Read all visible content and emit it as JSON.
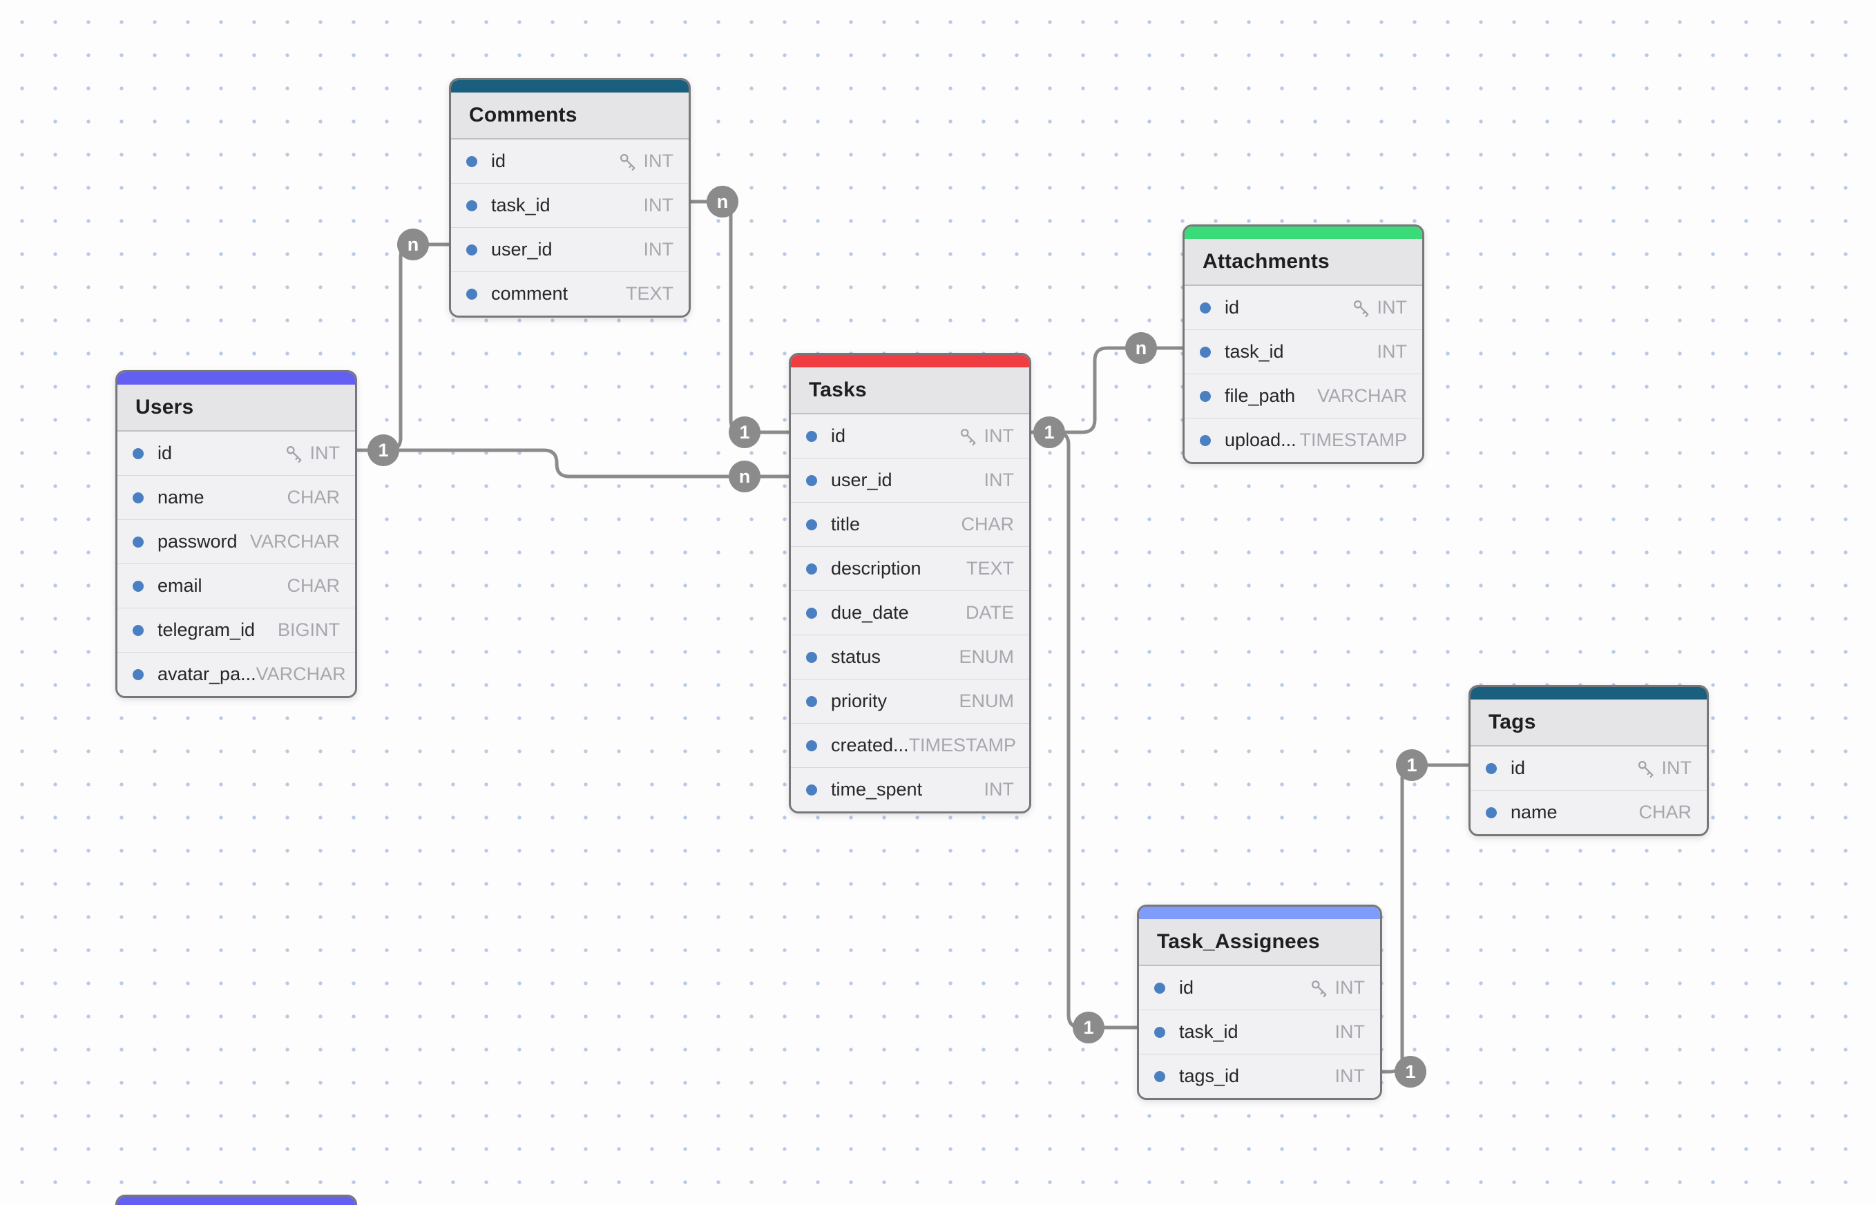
{
  "diagram": {
    "tables": [
      {
        "name": "Comments",
        "header_color": "#1a5f7d",
        "fields": [
          {
            "name": "id",
            "type": "INT",
            "pk": true
          },
          {
            "name": "task_id",
            "type": "INT",
            "pk": false
          },
          {
            "name": "user_id",
            "type": "INT",
            "pk": false
          },
          {
            "name": "comment",
            "type": "TEXT",
            "pk": false
          }
        ]
      },
      {
        "name": "Users",
        "header_color": "#635ff2",
        "fields": [
          {
            "name": "id",
            "type": "INT",
            "pk": true
          },
          {
            "name": "name",
            "type": "CHAR",
            "pk": false
          },
          {
            "name": "password",
            "type": "VARCHAR",
            "pk": false
          },
          {
            "name": "email",
            "type": "CHAR",
            "pk": false
          },
          {
            "name": "telegram_id",
            "type": "BIGINT",
            "pk": false
          },
          {
            "name": "avatar_pa...",
            "type": "VARCHAR",
            "pk": false
          }
        ]
      },
      {
        "name": "Tasks",
        "header_color": "#ef3d41",
        "fields": [
          {
            "name": "id",
            "type": "INT",
            "pk": true
          },
          {
            "name": "user_id",
            "type": "INT",
            "pk": false
          },
          {
            "name": "title",
            "type": "CHAR",
            "pk": false
          },
          {
            "name": "description",
            "type": "TEXT",
            "pk": false
          },
          {
            "name": "due_date",
            "type": "DATE",
            "pk": false
          },
          {
            "name": "status",
            "type": "ENUM",
            "pk": false
          },
          {
            "name": "priority",
            "type": "ENUM",
            "pk": false
          },
          {
            "name": "created...",
            "type": "TIMESTAMP",
            "pk": false
          },
          {
            "name": "time_spent",
            "type": "INT",
            "pk": false
          }
        ]
      },
      {
        "name": "Attachments",
        "header_color": "#3bdb7a",
        "fields": [
          {
            "name": "id",
            "type": "INT",
            "pk": true
          },
          {
            "name": "task_id",
            "type": "INT",
            "pk": false
          },
          {
            "name": "file_path",
            "type": "VARCHAR",
            "pk": false
          },
          {
            "name": "upload...",
            "type": "TIMESTAMP",
            "pk": false
          }
        ]
      },
      {
        "name": "Tags",
        "header_color": "#1a5f7d",
        "fields": [
          {
            "name": "id",
            "type": "INT",
            "pk": true
          },
          {
            "name": "name",
            "type": "CHAR",
            "pk": false
          }
        ]
      },
      {
        "name": "Task_Assignees",
        "header_color": "#7f9cfb",
        "fields": [
          {
            "name": "id",
            "type": "INT",
            "pk": true
          },
          {
            "name": "task_id",
            "type": "INT",
            "pk": false
          },
          {
            "name": "tags_id",
            "type": "INT",
            "pk": false
          }
        ]
      }
    ],
    "partial_table": {
      "header_color": "#635ff2"
    },
    "relationships": [
      {
        "from_table": "Comments",
        "from_field": "task_id",
        "from_card": "n",
        "to_table": "Tasks",
        "to_field": "id",
        "to_card": "1"
      },
      {
        "from_table": "Comments",
        "from_field": "user_id",
        "from_card": "n",
        "to_table": "Users",
        "to_field": "id",
        "to_card": "1"
      },
      {
        "from_table": "Users",
        "from_field": "id",
        "from_card": "1",
        "to_table": "Tasks",
        "to_field": "user_id",
        "to_card": "n"
      },
      {
        "from_table": "Tasks",
        "from_field": "id",
        "from_card": "1",
        "to_table": "Attachments",
        "to_field": "task_id",
        "to_card": "n"
      },
      {
        "from_table": "Tasks",
        "from_field": "id",
        "from_card": "1",
        "to_table": "Task_Assignees",
        "to_field": "task_id",
        "to_card": "1"
      },
      {
        "from_table": "Task_Assignees",
        "from_field": "tags_id",
        "from_card": "1",
        "to_table": "Tags",
        "to_field": "id",
        "to_card": "1"
      }
    ],
    "colors": {
      "wire": "#8b8b8b",
      "field_dot": "#4a80c2",
      "grid_dot": "#b9c9e2",
      "table_border": "#77777b"
    }
  }
}
